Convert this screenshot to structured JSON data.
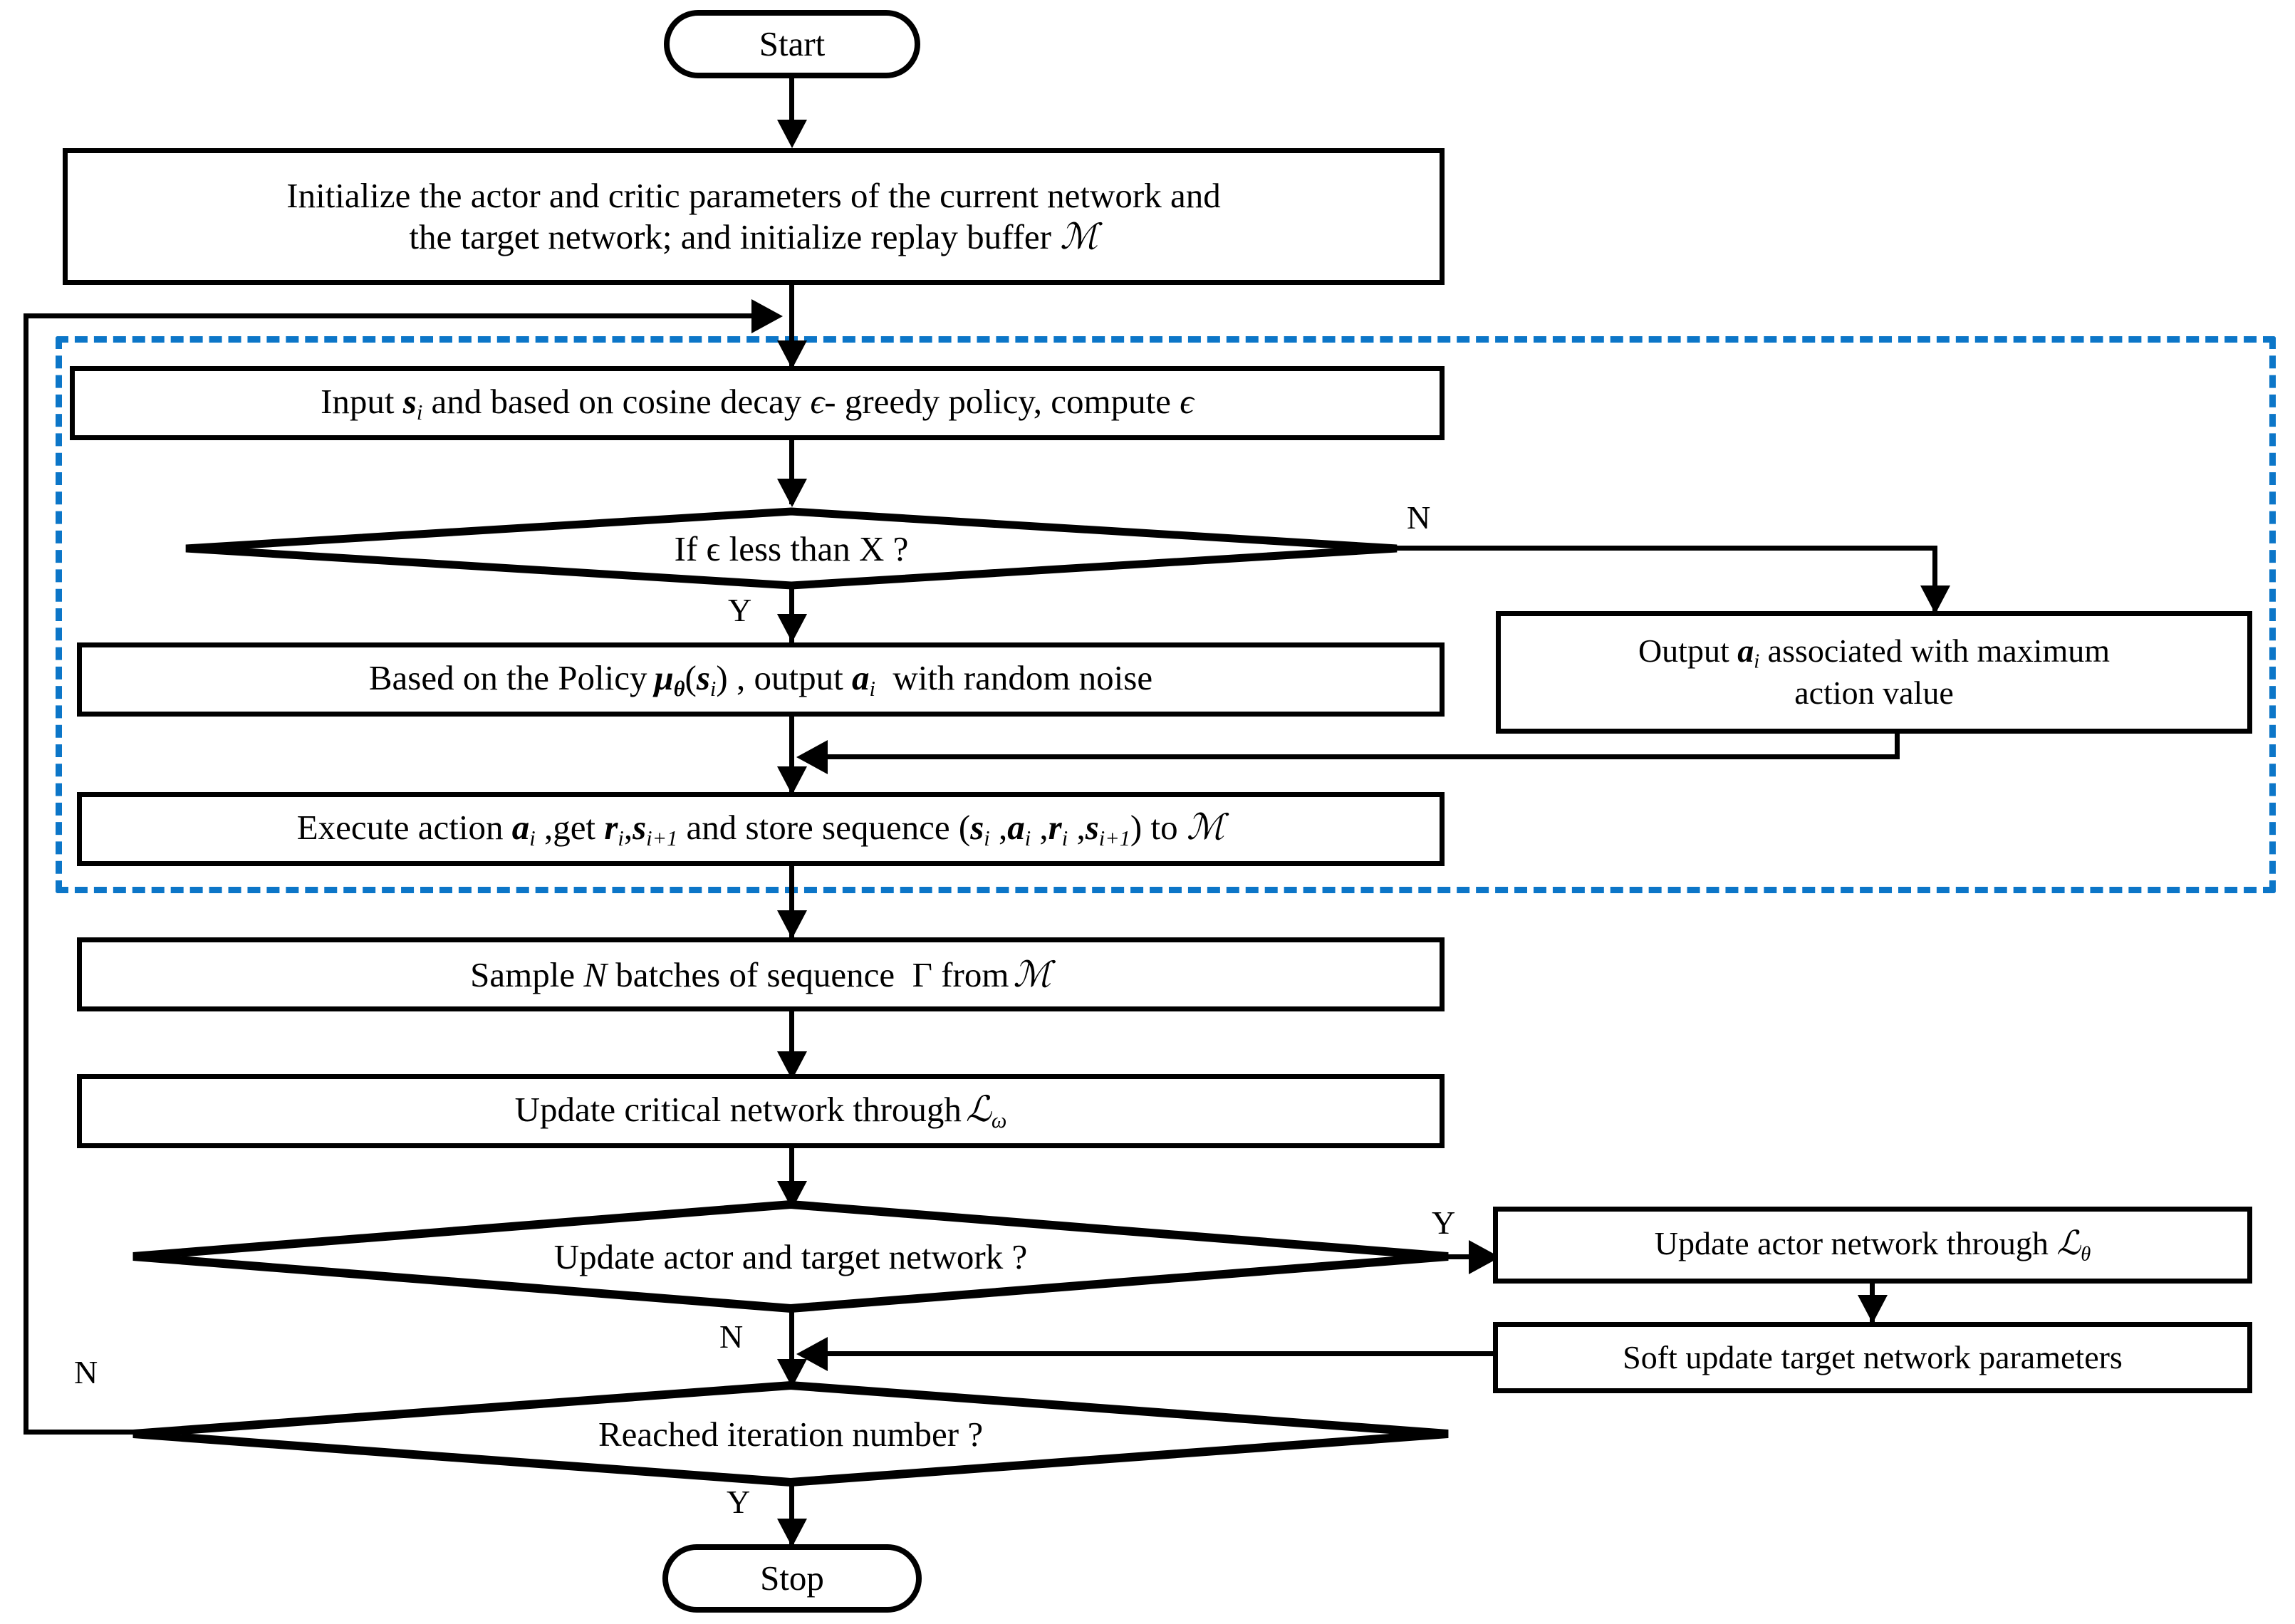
{
  "diagram": {
    "title": "DRL training flowchart",
    "accent_dashed_color": "#0C76C8",
    "line_color": "#000000",
    "background": "#ffffff"
  },
  "nodes": {
    "start": {
      "label": "Start",
      "shape": "terminator"
    },
    "initialize": {
      "label": "Initialize the actor and critic parameters of the current network and the target network; and initialize replay buffer ℬ",
      "shape": "process"
    },
    "input_state": {
      "label": "Input sᵢ and based on cosine decay ϵ- greedy policy, compute ϵ",
      "shape": "process"
    },
    "decide_epsilon": {
      "label": "If ϵ less than X ?",
      "shape": "decision"
    },
    "policy_output": {
      "label": "Based on the Policy μθ(sᵢ) , output aᵢ with random noise",
      "shape": "process"
    },
    "max_action": {
      "label": "Output aᵢ associated with maximum action value",
      "shape": "process"
    },
    "execute_action": {
      "label": "Execute action aᵢ ,get rᵢ,sᵢ₊₁ and store sequence (sᵢ ,aᵢ ,rᵢ ,sᵢ₊₁) to ℬ",
      "shape": "process"
    },
    "sample_batches": {
      "label": "Sample N batches of sequence Γ from ℬ",
      "shape": "process"
    },
    "update_critic": {
      "label": "Update critical network through ℒω",
      "shape": "process"
    },
    "decide_update_actor": {
      "label": "Update actor and target network ?",
      "shape": "decision"
    },
    "update_actor": {
      "label": "Update actor network through ℒθ",
      "shape": "process"
    },
    "soft_update": {
      "label": "Soft update target network parameters",
      "shape": "process"
    },
    "decide_iterations": {
      "label": "Reached iteration number ?",
      "shape": "decision"
    },
    "stop": {
      "label": "Stop",
      "shape": "terminator"
    }
  },
  "edge_labels": {
    "epsilon_no": "N",
    "epsilon_yes": "Y",
    "update_actor_yes": "Y",
    "update_actor_no": "N",
    "iteration_yes": "Y",
    "iteration_no": "N"
  }
}
